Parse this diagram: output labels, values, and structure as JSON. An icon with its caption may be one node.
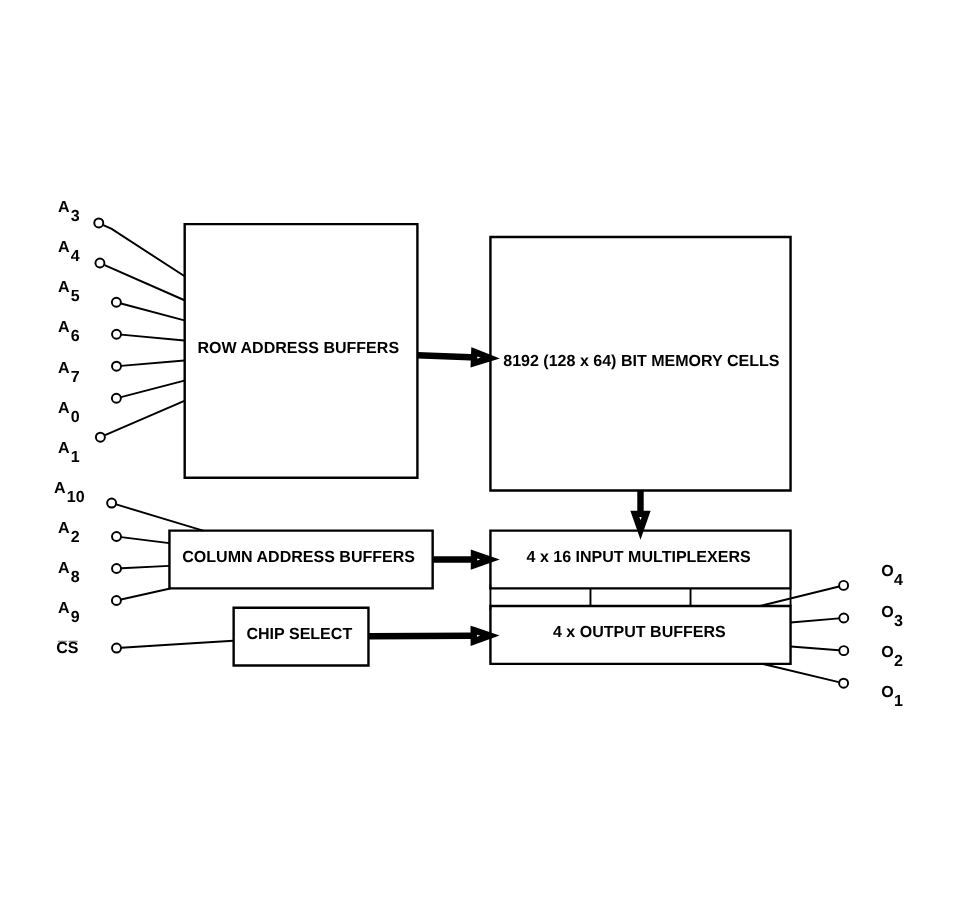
{
  "diagram": {
    "nodes": [
      {
        "text": [
          "ROW ADDRESS BUFFERS"
        ]
      },
      {
        "text": [
          "8192 (128 x 64) BIT MEMORY CELLS"
        ]
      },
      {
        "text": [
          "COLUMN ADDRESS BUFFERS"
        ]
      },
      {
        "text": [
          "4 x 16 INPUT MULTIPLEXERS"
        ]
      },
      {
        "text": [
          "CHIP SELECT"
        ]
      },
      {
        "text": [
          "4 x OUTPUT BUFFERS"
        ]
      },
      {
        "text": [
          "A$_{0}$"
        ]
      },
      {
        "text": [
          "A$_{1}$"
        ]
      },
      {
        "text": [
          "A$_{3}$"
        ]
      },
      {
        "text": [
          "A$_{4}$"
        ]
      },
      {
        "text": [
          "A$_{5}$"
        ]
      },
      {
        "text": [
          "A$_{6}$"
        ]
      },
      {
        "text": [
          "A$_{7}$"
        ]
      },
      {
        "text": [
          "A$_{2}$"
        ]
      },
      {
        "text": [
          "A$_{8}$"
        ]
      },
      {
        "text": [
          "A$_{9}$"
        ]
      },
      {
        "text": [
          "A$_{10}$"
        ]
      },
      {
        "text": [
          "C̅S̅"
        ]
      },
      {
        "text": [
          "O$_{4}$"
        ]
      },
      {
        "text": [
          "O$_{3}$"
        ]
      },
      {
        "text": [
          "O$_{2}$"
        ]
      },
      {
        "text": [
          "O$_{1}$"
        ]
      }
    ],
    "edges": [
      {
        "from": 6,
        "to": 0,
        "arrow": "other"
      },
      {
        "from": 7,
        "to": 0,
        "arrow": "other"
      },
      {
        "from": 8,
        "to": 0,
        "arrow": "other"
      },
      {
        "from": 9,
        "to": 0,
        "arrow": "other"
      },
      {
        "from": 10,
        "to": 0,
        "arrow": "other"
      },
      {
        "from": 11,
        "to": 0,
        "arrow": "other"
      },
      {
        "from": 12,
        "to": 0,
        "arrow": "other"
      },
      {
        "from": 13,
        "to": 2,
        "arrow": "other"
      },
      {
        "from": 14,
        "to": 2,
        "arrow": "other"
      },
      {
        "from": 15,
        "to": 2,
        "arrow": "other"
      },
      {
        "from": 16,
        "to": 2,
        "arrow": "other"
      },
      {
        "from": 17,
        "to": 4,
        "arrow": "other"
      },
      {
        "from": 0,
        "to": 1,
        "arrow": "to",
        "style": "thick"
      },
      {
        "from": 1,
        "to": 3,
        "arrow": "to",
        "style": "thick"
      },
      {
        "from": 2,
        "to": 3,
        "arrow": "to",
        "style": "thick"
      },
      {
        "from": 4,
        "to": 5,
        "arrow": "to",
        "style": "thick"
      },
      {
        "from": 3,
        "to": 5,
        "arrow": "none"
      },
      {
        "from": 3,
        "to": 5,
        "arrow": "none"
      },
      {
        "from": 3,
        "to": 5,
        "arrow": "none"
      },
      {
        "from": 3,
        "to": 5,
        "arrow": "none"
      },
      {
        "from": 18,
        "to": 5,
        "arrow": "other"
      },
      {
        "from": 19,
        "to": 5,
        "arrow": "other"
      },
      {
        "from": 20,
        "to": 5,
        "arrow": "other"
      },
      {
        "from": 21,
        "to": 5,
        "arrow": "other"
      }
    ]
  }
}
